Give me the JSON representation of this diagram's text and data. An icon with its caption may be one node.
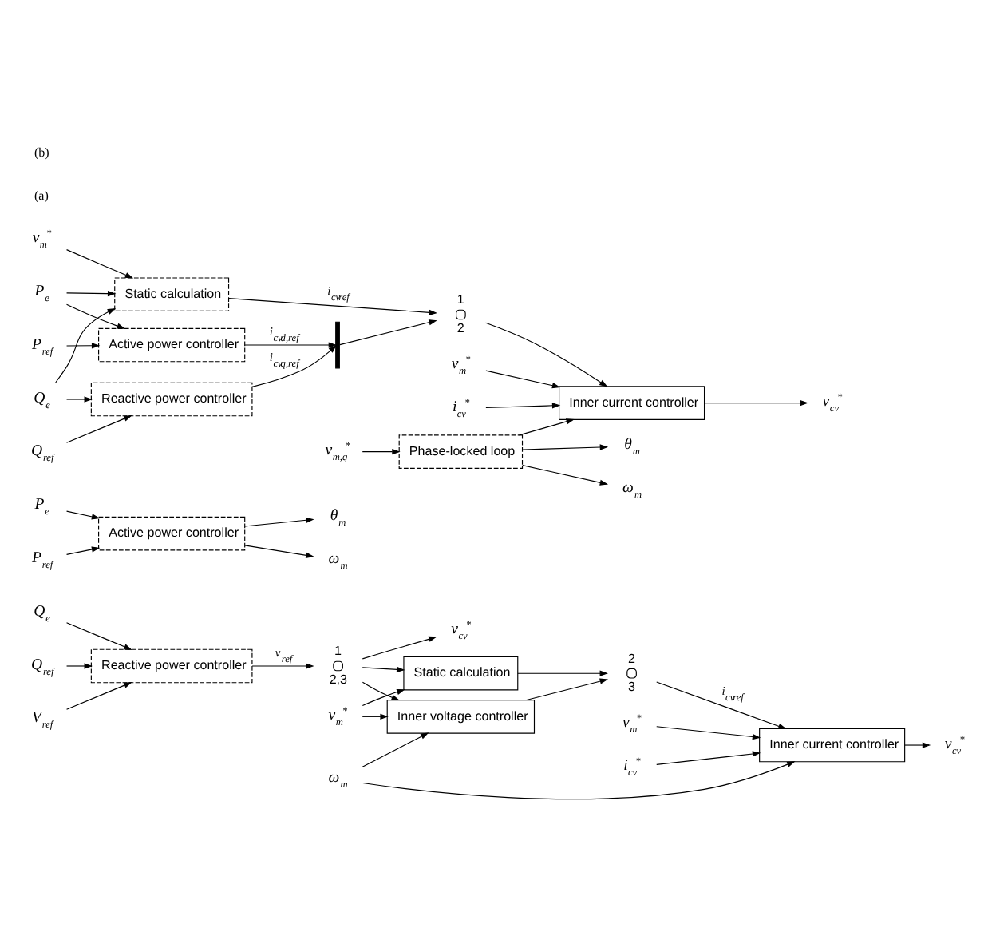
{
  "diagram": {
    "nodes": [
      {
        "text": [
          "v⃗$_{m}$$^{*}$"
        ]
      },
      {
        "text": [
          "Static calculation"
        ]
      },
      {
        "text": [
          "P$_{e}$"
        ]
      },
      {
        "text": [
          "P$_{ref}$"
        ]
      },
      {
        "text": [
          "Q$_{e}$"
        ]
      },
      {
        "text": [
          "Q$_{ref}$"
        ]
      },
      {
        "text": [
          "Active power controller"
        ]
      },
      {
        "text": [
          "Reactive power controller"
        ]
      },
      {
        "text": [],
        "shape": "bar"
      },
      {
        "text": [],
        "shape": "switch",
        "beside": [
          "1",
          "2"
        ]
      },
      {
        "text": [
          "v$_{m,q}$$^{*}$"
        ]
      },
      {
        "text": [
          "Phase-locked loop"
        ]
      },
      {
        "text": [
          "θ$_{m}$"
        ]
      },
      {
        "text": [
          "ω$_{m}$"
        ]
      },
      {
        "text": [
          "Inner current controller"
        ]
      },
      {
        "text": [
          "v⃗$_{m}$$^{*}$"
        ]
      },
      {
        "text": [
          "i⃗$_{cv}$$^{*}$"
        ]
      },
      {
        "text": [
          "v⃗$_{cv}$$^{*}$"
        ]
      },
      {
        "text": [
          "P$_{e}$"
        ]
      },
      {
        "text": [
          "P$_{ref}$"
        ]
      },
      {
        "text": [
          "Active power controller"
        ]
      },
      {
        "text": [
          "θ$_{m}$"
        ]
      },
      {
        "text": [
          "ω$_{m}$"
        ]
      },
      {
        "text": [
          "Q$_{e}$"
        ]
      },
      {
        "text": [
          "Q$_{ref}$"
        ]
      },
      {
        "text": [
          "V$_{ref}$"
        ]
      },
      {
        "text": [
          "Reactive power controller"
        ]
      },
      {
        "text": [],
        "shape": "switch",
        "beside": [
          "1",
          "2,3"
        ]
      },
      {
        "text": [
          "v⃗$_{cv}$$^{*}$"
        ]
      },
      {
        "text": [
          "Static calculation"
        ]
      },
      {
        "text": [
          "v⃗$_{m}$$^{*}$"
        ]
      },
      {
        "text": [
          "Inner voltage controller"
        ]
      },
      {
        "text": [],
        "shape": "switch",
        "beside": [
          "2",
          "3"
        ]
      },
      {
        "text": [
          "v⃗$_{m}$$^{*}$"
        ]
      },
      {
        "text": [
          "i⃗$_{cv}$$^{*}$"
        ]
      },
      {
        "text": [
          "Inner current controller"
        ]
      },
      {
        "text": [
          "ω$_{m}$"
        ]
      },
      {
        "text": [
          "v⃗$_{cv}$$^{*}$"
        ]
      }
    ],
    "edges": [
      {
        "from": 0,
        "to": 1,
        "arrow": "to"
      },
      {
        "from": 2,
        "to": 1,
        "arrow": "to"
      },
      {
        "from": 2,
        "to": 6,
        "arrow": "to"
      },
      {
        "from": 3,
        "to": 6,
        "arrow": "to"
      },
      {
        "from": 4,
        "to": 1,
        "arrow": "to"
      },
      {
        "from": 4,
        "to": 7,
        "arrow": "to"
      },
      {
        "from": 5,
        "to": 7,
        "arrow": "to"
      },
      {
        "from": 6,
        "to": 8,
        "arrow": "to",
        "label": "i$_{cv}$$_{d,ref}$"
      },
      {
        "from": 7,
        "to": 8,
        "arrow": "to",
        "label": "i$_{cv}$$_{q,ref}$"
      },
      {
        "from": 1,
        "to": 9,
        "arrow": "to",
        "label": "i⃗$_{cv}$$_{ref}$"
      },
      {
        "from": 8,
        "to": 9,
        "arrow": "to"
      },
      {
        "from": 9,
        "to": 14,
        "arrow": "to"
      },
      {
        "from": 10,
        "to": 11,
        "arrow": "to"
      },
      {
        "from": 11,
        "to": 12,
        "arrow": "to"
      },
      {
        "from": 11,
        "to": 13,
        "arrow": "to"
      },
      {
        "from": 11,
        "to": 14,
        "arrow": "to"
      },
      {
        "from": 15,
        "to": 14,
        "arrow": "to"
      },
      {
        "from": 16,
        "to": 14,
        "arrow": "to"
      },
      {
        "from": 14,
        "to": 17,
        "arrow": "to"
      },
      {
        "from": 18,
        "to": 20,
        "arrow": "to"
      },
      {
        "from": 19,
        "to": 20,
        "arrow": "to"
      },
      {
        "from": 20,
        "to": 21,
        "arrow": "to"
      },
      {
        "from": 20,
        "to": 22,
        "arrow": "to"
      },
      {
        "from": 23,
        "to": 26,
        "arrow": "to"
      },
      {
        "from": 24,
        "to": 26,
        "arrow": "to"
      },
      {
        "from": 25,
        "to": 26,
        "arrow": "to"
      },
      {
        "from": 26,
        "to": 27,
        "arrow": "to",
        "label": "v⃗$_{ref}$"
      },
      {
        "from": 27,
        "to": 28,
        "arrow": "to"
      },
      {
        "from": 27,
        "to": 29,
        "arrow": "to"
      },
      {
        "from": 27,
        "to": 31,
        "arrow": "to"
      },
      {
        "from": 30,
        "to": 29,
        "arrow": "to"
      },
      {
        "from": 30,
        "to": 31,
        "arrow": "to"
      },
      {
        "from": 29,
        "to": 32,
        "arrow": "to"
      },
      {
        "from": 31,
        "to": 32,
        "arrow": "to"
      },
      {
        "from": 32,
        "to": 35,
        "arrow": "to",
        "label": "i⃗$_{cv}$$_{ref}$"
      },
      {
        "from": 33,
        "to": 35,
        "arrow": "to"
      },
      {
        "from": 34,
        "to": 35,
        "arrow": "to"
      },
      {
        "from": 36,
        "to": 35,
        "arrow": "to"
      },
      {
        "from": 36,
        "to": 31,
        "arrow": "to"
      },
      {
        "from": 35,
        "to": 37,
        "arrow": "to"
      }
    ],
    "labels": [
      "(a)",
      "(b)"
    ]
  }
}
